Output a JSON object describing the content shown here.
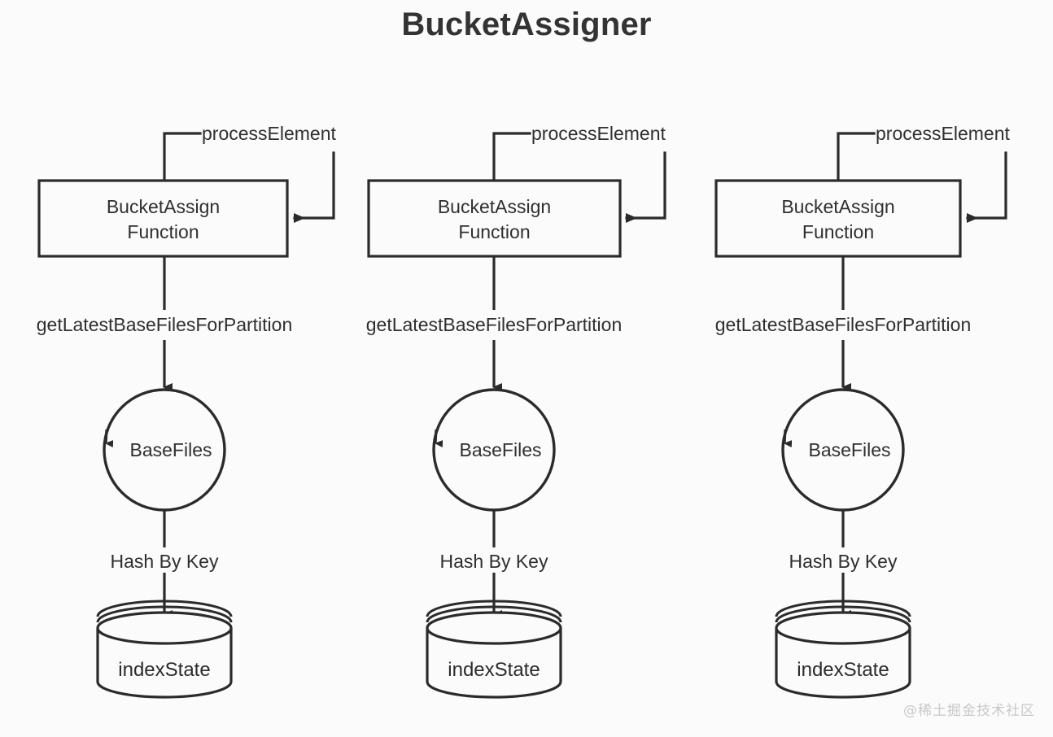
{
  "diagram": {
    "title": "BucketAssigner",
    "background_color": "#fbfbfb",
    "stroke_color": "#2b2b2b",
    "text_color": "#2f2f2f",
    "watermark": "@稀土掘金技术社区",
    "watermark_color": "#c9c9c9"
  },
  "columns": [
    {
      "id": "pipeline-1",
      "self_loop_label": "processElement",
      "process_box_label": "BucketAssign\nFunction",
      "box_to_circle_label": "getLatestBaseFilesForPartition",
      "circle_label": "BaseFiles",
      "circle_to_store_label": "Hash By Key",
      "store_label": "indexState"
    },
    {
      "id": "pipeline-2",
      "self_loop_label": "processElement",
      "process_box_label": "BucketAssign\nFunction",
      "box_to_circle_label": "getLatestBaseFilesForPartition",
      "circle_label": "BaseFiles",
      "circle_to_store_label": "Hash By Key",
      "store_label": "indexState"
    },
    {
      "id": "pipeline-3",
      "self_loop_label": "processElement",
      "process_box_label": "BucketAssign\nFunction",
      "box_to_circle_label": "getLatestBaseFilesForPartition",
      "circle_label": "BaseFiles",
      "circle_to_store_label": "Hash By Key",
      "store_label": "indexState"
    }
  ]
}
